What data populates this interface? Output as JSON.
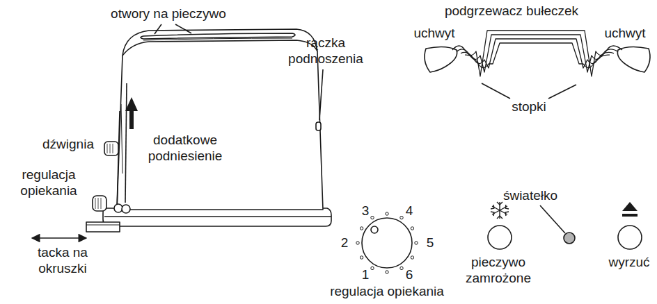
{
  "diagram": {
    "labels": [
      "podgrzewacz bułeczek",
      "uchwyt",
      "uchwyt",
      "otwory na pieczywo",
      "rączka podnoszenia",
      "stopki",
      "dźwignia",
      "dodatkowe podniesienie",
      "regulacja opiekania",
      "3",
      "4",
      "2",
      "5",
      "1",
      "6",
      "regulacja opiekania",
      "światełko",
      "tacka na okruszki",
      "pieczywo zamrożone",
      "wyrzuć"
    ]
  }
}
